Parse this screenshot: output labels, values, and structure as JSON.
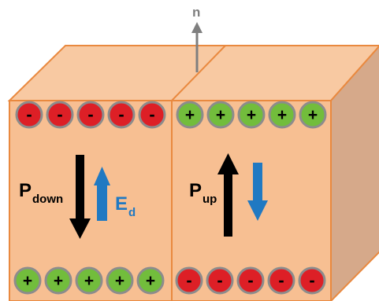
{
  "normal_label": "n",
  "left_domain": {
    "polarization_symbol": "P",
    "polarization_subscript": "down",
    "field_symbol": "E",
    "field_subscript": "d",
    "top_charges": [
      "-",
      "-",
      "-",
      "-",
      "-"
    ],
    "bottom_charges": [
      "+",
      "+",
      "+",
      "+",
      "+"
    ]
  },
  "right_domain": {
    "polarization_symbol": "P",
    "polarization_subscript": "up",
    "top_charges": [
      "+",
      "+",
      "+",
      "+",
      "+"
    ],
    "bottom_charges": [
      "-",
      "-",
      "-",
      "-",
      "-"
    ]
  },
  "colors": {
    "block_face": "#f7bf92",
    "block_top": "#f8c9a2",
    "block_side": "#d6a98a",
    "block_edge": "#e9893f",
    "negative_charge": "#dd1f26",
    "positive_charge": "#72bd3c",
    "charge_outline": "#8c8c8c",
    "polarization_arrow": "#000000",
    "field_arrow": "#2079c2",
    "normal_arrow": "#7f7f7f"
  }
}
